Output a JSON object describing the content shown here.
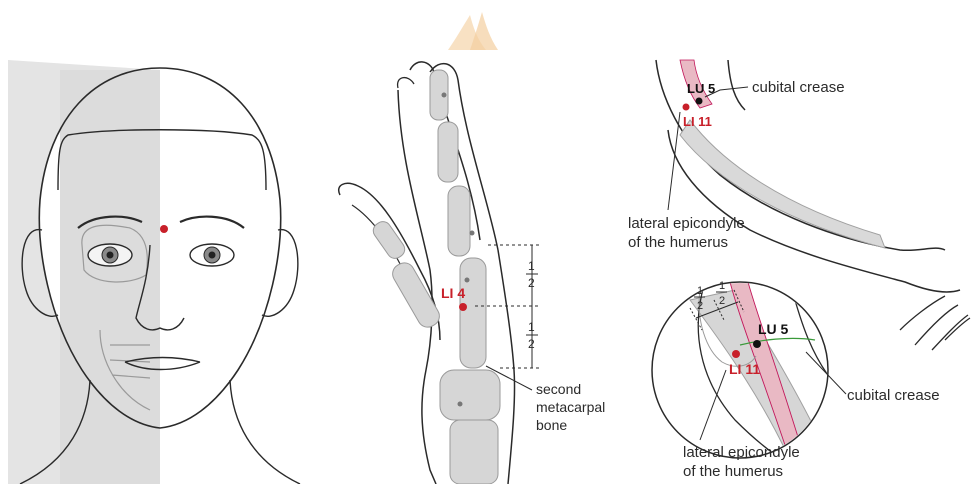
{
  "panels": {
    "face": {
      "point_color": "#c8202a"
    },
    "hand": {
      "point_label": "LI 4",
      "fraction_top_num": "1",
      "fraction_top_den": "2",
      "fraction_bottom_num": "1",
      "fraction_bottom_den": "2",
      "bone_label_line1": "second",
      "bone_label_line2": "metacarpal",
      "bone_label_line3": "bone"
    },
    "arm": {
      "lu5_label": "LU 5",
      "li11_label": "LI 11",
      "cubital_crease_label": "cubital crease",
      "epicondyle_line1": "lateral epicondyle",
      "epicondyle_line2": "of the humerus"
    },
    "inset": {
      "lu5_label": "LU 5",
      "li11_label": "LI 11",
      "fraction_a_num": "1",
      "fraction_a_den": "2",
      "fraction_b_num": "1",
      "fraction_b_den": "2",
      "cubital_crease_label": "cubital crease",
      "epicondyle_line1": "lateral epicondyle",
      "epicondyle_line2": "of the humerus"
    }
  },
  "colors": {
    "point_red": "#c8202a",
    "point_black": "#111111",
    "bone_gray": "#d6d6d6",
    "skin_line": "#2a2a2a",
    "meridian_pink": "#e9b9c4",
    "meridian_line": "#c2185b",
    "label_text": "#2b2b2b"
  }
}
